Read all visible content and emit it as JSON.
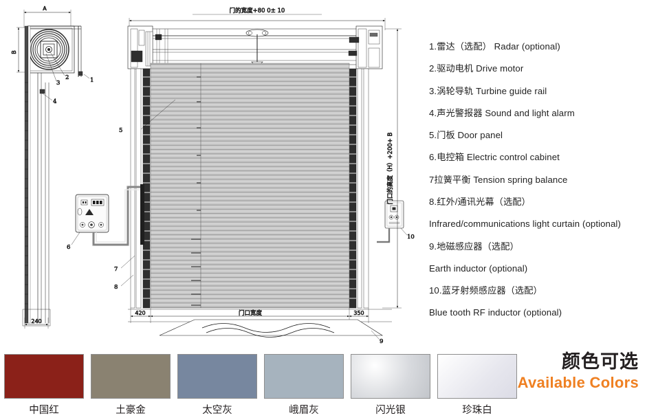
{
  "drawing": {
    "dimensions": {
      "top_width": "门的宽度+80  0± 10",
      "right_height": "门口的高度（H）+200+ B",
      "bottom_center": "门口宽度",
      "bottom_left": "420",
      "bottom_right": "350",
      "side_bottom": "240",
      "detail_a": "A",
      "detail_b": "B"
    },
    "callouts": {
      "c1": "1",
      "c2": "2",
      "c3": "3",
      "c4": "4",
      "c5": "5",
      "c6": "6",
      "c7": "7",
      "c8": "8",
      "c9": "9",
      "c10": "10"
    }
  },
  "legend": {
    "items": [
      "1.雷达（选配） Radar (optional)",
      "2.驱动电机 Drive motor",
      "3.涡轮导轨 Turbine guide rail",
      "4.声光警报器 Sound and light alarm",
      "5.门板 Door panel",
      "6.电控箱 Electric control cabinet",
      "7拉簧平衡 Tension spring balance",
      "8.红外/通讯光幕（选配）",
      "Infrared/communications light curtain (optional)",
      "9.地磁感应器（选配）",
      "Earth inductor (optional)",
      "10.蓝牙射频感应器（选配）",
      "Blue tooth RF inductor (optional)"
    ]
  },
  "colors": {
    "title_cn": "颜色可选",
    "title_en": "Available Colors",
    "title_en_color": "#ef8022",
    "swatches": [
      {
        "label": "中国红",
        "hex": "#8b2119"
      },
      {
        "label": "土豪金",
        "hex": "#8a8271"
      },
      {
        "label": "太空灰",
        "hex": "#77879f"
      },
      {
        "label": "峨眉灰",
        "hex": "#a6b3be"
      },
      {
        "label": "闪光银",
        "hex": "#d8dade"
      },
      {
        "label": "珍珠白",
        "hex": "#e7e7ee"
      }
    ]
  }
}
